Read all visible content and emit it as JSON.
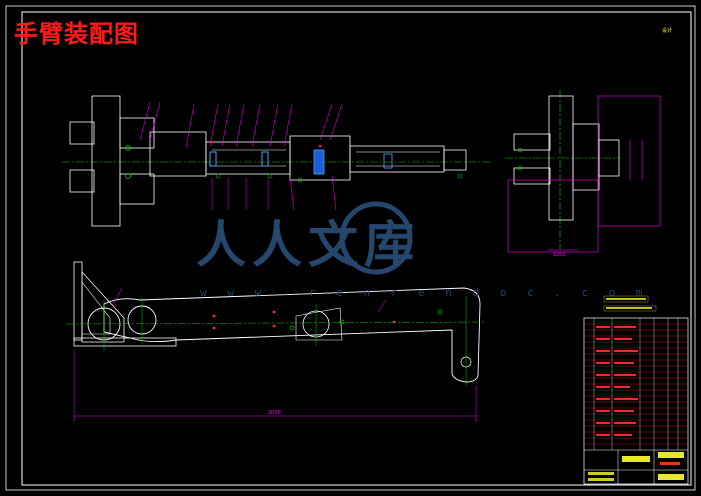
{
  "drawing": {
    "title": "手臂装配图",
    "watermark_text": "w w w . r e n r e n d o c . c o m",
    "corner_note": "设计",
    "dimension_top_right": "1200",
    "dimension_bottom": "2000"
  },
  "watermark": {
    "logo_text": "人人文库"
  },
  "colors": {
    "background": "#000000",
    "frame": "#ffffff",
    "title": "#ff1a1a",
    "dimension": "#ff00ff",
    "centerline": "#00cc00",
    "outline": "#ffffff",
    "watermark": "#2a4f7a",
    "tech_note": "#ffff33"
  }
}
